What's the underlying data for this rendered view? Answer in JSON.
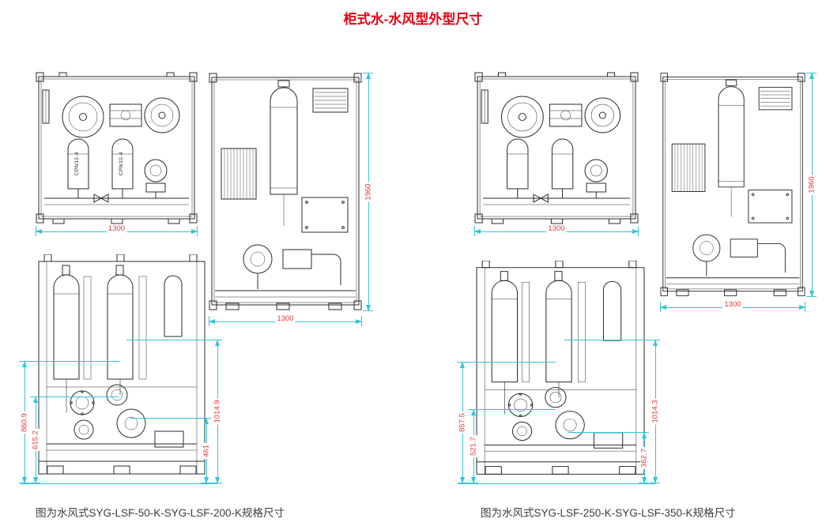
{
  "page": {
    "title": "柜式水-水风型外型尺寸"
  },
  "left_group": {
    "front_view": {
      "width_dim": "1300",
      "tank_label_1": "CPN32-4",
      "tank_label_2": "CPN32-4"
    },
    "side_view": {
      "height_dim": "1960",
      "width_dim": "1300"
    },
    "lower_view": {
      "dim_left_outer": "860.9",
      "dim_left_inner": "615.2",
      "dim_right_outer": "1014.9",
      "dim_right_inner": "461"
    },
    "caption": "图为水风式SYG-LSF-50-K-SYG-LSF-200-K规格尺寸"
  },
  "right_group": {
    "front_view": {
      "width_dim": "1300"
    },
    "side_view": {
      "height_dim": "1960",
      "width_dim": "1300"
    },
    "lower_view": {
      "dim_left_outer": "857.5",
      "dim_left_inner": "521.7",
      "dim_right_outer": "1014.3",
      "dim_right_inner": "362.7"
    },
    "caption": "图为水风式SYG-LSF-250-K-SYG-LSF-350-K规格尺寸"
  },
  "colors": {
    "title_red": "#e60012",
    "dimension_text": "#e03a3a",
    "dimension_line": "#35c4d7",
    "drawing_line": "#2b2b2b"
  }
}
